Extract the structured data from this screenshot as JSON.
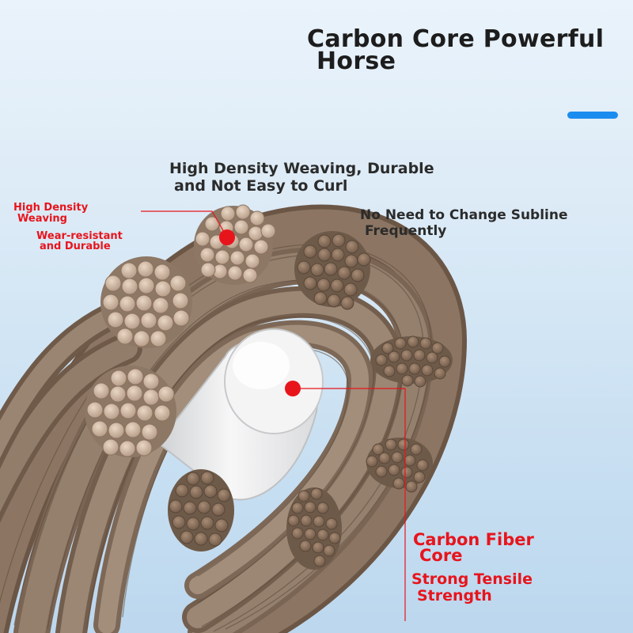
{
  "title": {
    "line1": "Carbon Core Powerful",
    "line2": "Horse"
  },
  "labels": {
    "high_density_top": {
      "line1": "High Density Weaving, Durable",
      "line2": "and Not Easy to Curl"
    },
    "subline": {
      "line1": "No Need to Change Subline",
      "line2": "Frequently"
    },
    "high_density_weaving": {
      "line1": "High Density",
      "line2": "Weaving"
    },
    "wear_resistant": {
      "line1": "Wear-resistant",
      "line2": "and Durable"
    },
    "carbon_fiber_core": {
      "line1": "Carbon Fiber",
      "line2": "Core"
    },
    "strong_tensile": {
      "line1": "Strong Tensile",
      "line2": "Strength"
    }
  },
  "colors": {
    "accent_bar": "#1a8cf0",
    "callout_red": "#e8141c",
    "fiber_brown": "#8a7462",
    "core_white": "#f2f2f2"
  }
}
